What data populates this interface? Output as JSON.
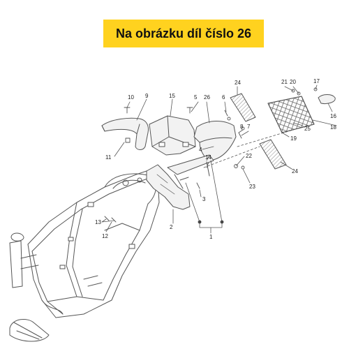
{
  "banner": {
    "text": "Na obrázku díl číslo 26",
    "background": "#ffd21f"
  },
  "diagram": {
    "line_color": "#555555",
    "part_fill": "#f2f2f2",
    "hatch_color": "#888888",
    "callouts": [
      {
        "id": "c1",
        "label": "1"
      },
      {
        "id": "c2",
        "label": "2"
      },
      {
        "id": "c3",
        "label": "3"
      },
      {
        "id": "c4",
        "label": "4"
      },
      {
        "id": "c5",
        "label": "5"
      },
      {
        "id": "c6",
        "label": "6"
      },
      {
        "id": "c7",
        "label": "7"
      },
      {
        "id": "c8",
        "label": "8"
      },
      {
        "id": "c9",
        "label": "9"
      },
      {
        "id": "c10",
        "label": "10"
      },
      {
        "id": "c11",
        "label": "11"
      },
      {
        "id": "c12",
        "label": "12"
      },
      {
        "id": "c13",
        "label": "13"
      },
      {
        "id": "c14",
        "label": "14"
      },
      {
        "id": "c15",
        "label": "15"
      },
      {
        "id": "c16",
        "label": "16"
      },
      {
        "id": "c17",
        "label": "17"
      },
      {
        "id": "c18",
        "label": "18"
      },
      {
        "id": "c19",
        "label": "19"
      },
      {
        "id": "c20",
        "label": "20"
      },
      {
        "id": "c21",
        "label": "21"
      },
      {
        "id": "c22",
        "label": "22"
      },
      {
        "id": "c23",
        "label": "23"
      },
      {
        "id": "c24a",
        "label": "24"
      },
      {
        "id": "c24b",
        "label": "24"
      },
      {
        "id": "c25",
        "label": "25"
      },
      {
        "id": "c26",
        "label": "26"
      }
    ]
  }
}
